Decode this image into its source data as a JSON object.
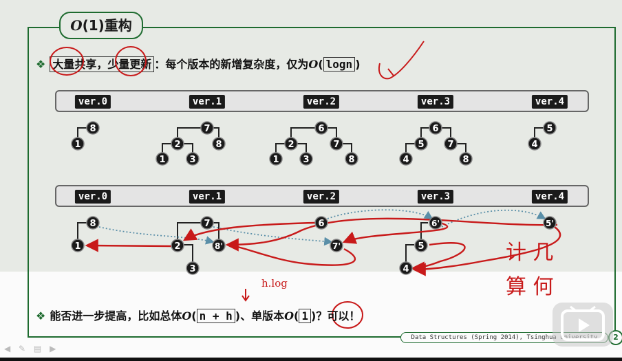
{
  "title": {
    "main": "O",
    "rest": "(1)重构"
  },
  "line1": {
    "bullet": "❖",
    "part1": "大量共享",
    "sep": "，",
    "part2": "少量更新",
    "text": "：每个版本的新增复杂度，仅为",
    "O": "O",
    "paren_open": "(",
    "boxed": "logn",
    "paren_close": ")"
  },
  "versions": [
    "ver.0",
    "ver.1",
    "ver.2",
    "ver.3",
    "ver.4"
  ],
  "nodes": {
    "n8": "8",
    "n1": "1",
    "n7": "7",
    "n2": "2",
    "n3": "3",
    "n6": "6",
    "n5": "5",
    "n4": "4",
    "n6p": "6'",
    "n5p": "5'",
    "n8p": "8'",
    "n7p": "7'"
  },
  "annotation_top": "h.log",
  "line2": {
    "bullet": "❖",
    "text1": "能否进一步提高，比如总体",
    "O1": "O",
    "box1": "n + h",
    "text2": ")、单版本",
    "O2": "O",
    "box2": "1",
    "text3": ")？可以！"
  },
  "handwriting": {
    "line1": "计 几",
    "line2": "算 何"
  },
  "footer": "Data Structures (Spring 2014), Tsinghua University",
  "page": "2",
  "colors": {
    "frame": "#1e6b2f",
    "red": "#c81a1a",
    "dotted": "#5a8fa8",
    "node": "#1a1a1a"
  }
}
